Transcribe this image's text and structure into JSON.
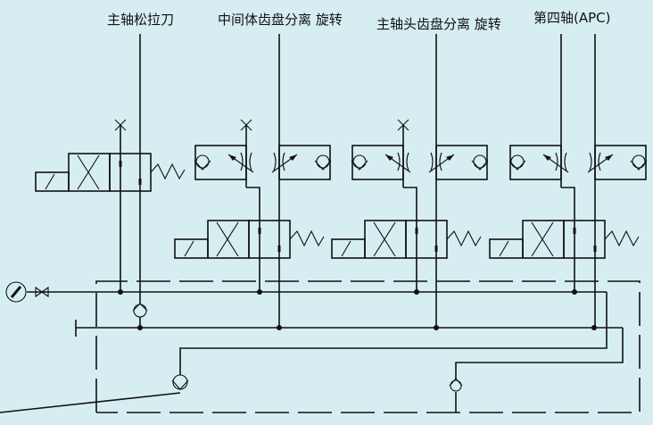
{
  "diagram": {
    "type": "hydraulic-schematic",
    "circuits": [
      {
        "id": "tool-clamp",
        "label": "主轴松拉刀",
        "valve": "4/2 solenoid directional valve"
      },
      {
        "id": "intermediate-body",
        "label": "中间体齿盘分离 旋转",
        "valve": "4/2 solenoid directional valve with flow control / check valves"
      },
      {
        "id": "spindle-head",
        "label": "主轴头齿盘分离 旋转",
        "valve": "4/2 solenoid directional valve with flow control / check valves"
      },
      {
        "id": "fourth-axis",
        "label": "第四轴(APC)",
        "valve": "4/2 solenoid directional valve with flow control / check valves"
      }
    ],
    "components": {
      "pressure_gauge": "pressure-gauge-icon",
      "gauge_valve": "shutoff-valve-icon",
      "check_valves": 3,
      "main_lines": [
        "pressure-line",
        "tank-line"
      ],
      "boundary": "dashed-enclosure"
    },
    "colors": {
      "background": "#d6eef2",
      "line": "#111111"
    }
  }
}
